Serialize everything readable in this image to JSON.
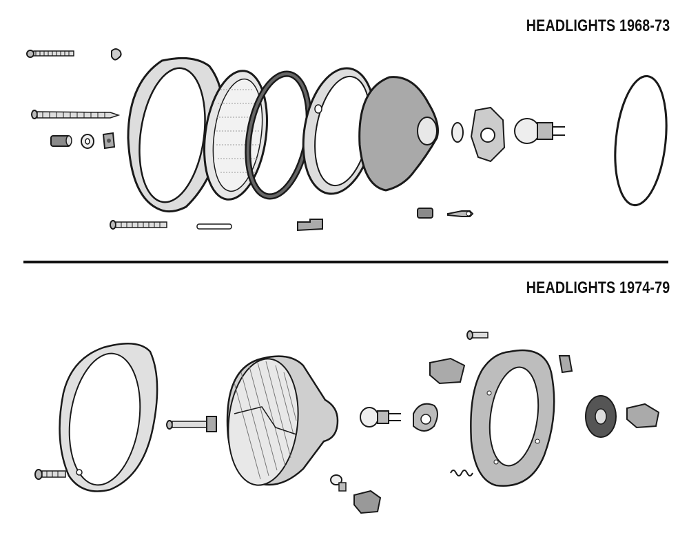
{
  "sections": [
    {
      "title": "HEADLIGHTS 1968-73",
      "parts": [
        "screw-long-top",
        "clip-small",
        "screw-long-mid",
        "spacer",
        "washer",
        "square-nut",
        "trim-ring",
        "lens-glass",
        "seal-ring",
        "retaining-ring",
        "reflector",
        "bulb-socket",
        "bulb",
        "o-ring",
        "screw-bottom",
        "pin",
        "adjuster-clip",
        "small-spacer",
        "terminal"
      ]
    },
    {
      "title": "HEADLIGHTS 1974-79",
      "parts": [
        "trim-ring",
        "screw",
        "adjuster-screw",
        "sealed-beam",
        "bulb",
        "bulb-holder",
        "mounting-ring",
        "screw-top",
        "clip-left",
        "clip-right",
        "rubber-grommet",
        "connector",
        "spring",
        "small-bulb",
        "socket"
      ]
    }
  ],
  "colors": {
    "ink": "#1a1a1a",
    "part_fill": "#d9d9d9",
    "part_dark": "#8a8a8a",
    "background": "#ffffff"
  }
}
